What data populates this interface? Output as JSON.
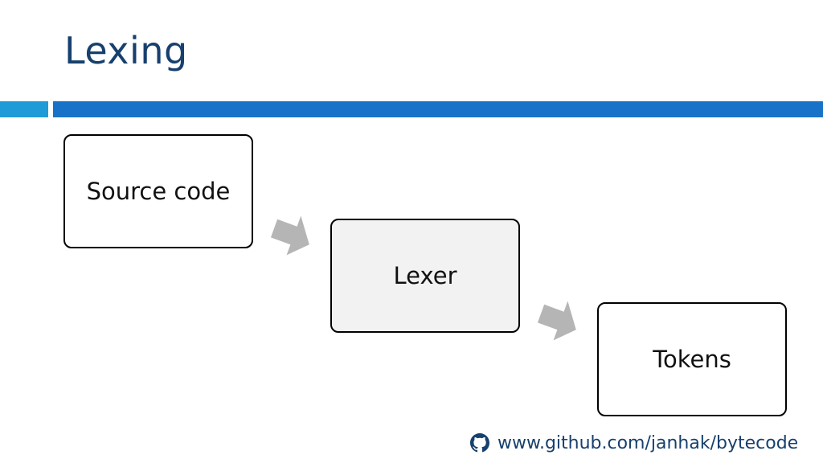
{
  "slide": {
    "title": "Lexing"
  },
  "diagram": {
    "nodes": [
      {
        "label": "Source code"
      },
      {
        "label": "Lexer"
      },
      {
        "label": "Tokens"
      }
    ]
  },
  "footer": {
    "icon": "github-icon",
    "link_text": "www.github.com/janhak/bytecode"
  },
  "colors": {
    "title": "#17406d",
    "rule_accent": "#1f9bd7",
    "rule_main": "#1872c7",
    "arrow": "#b5b5b5",
    "lexer_fill": "#f2f2f2"
  }
}
